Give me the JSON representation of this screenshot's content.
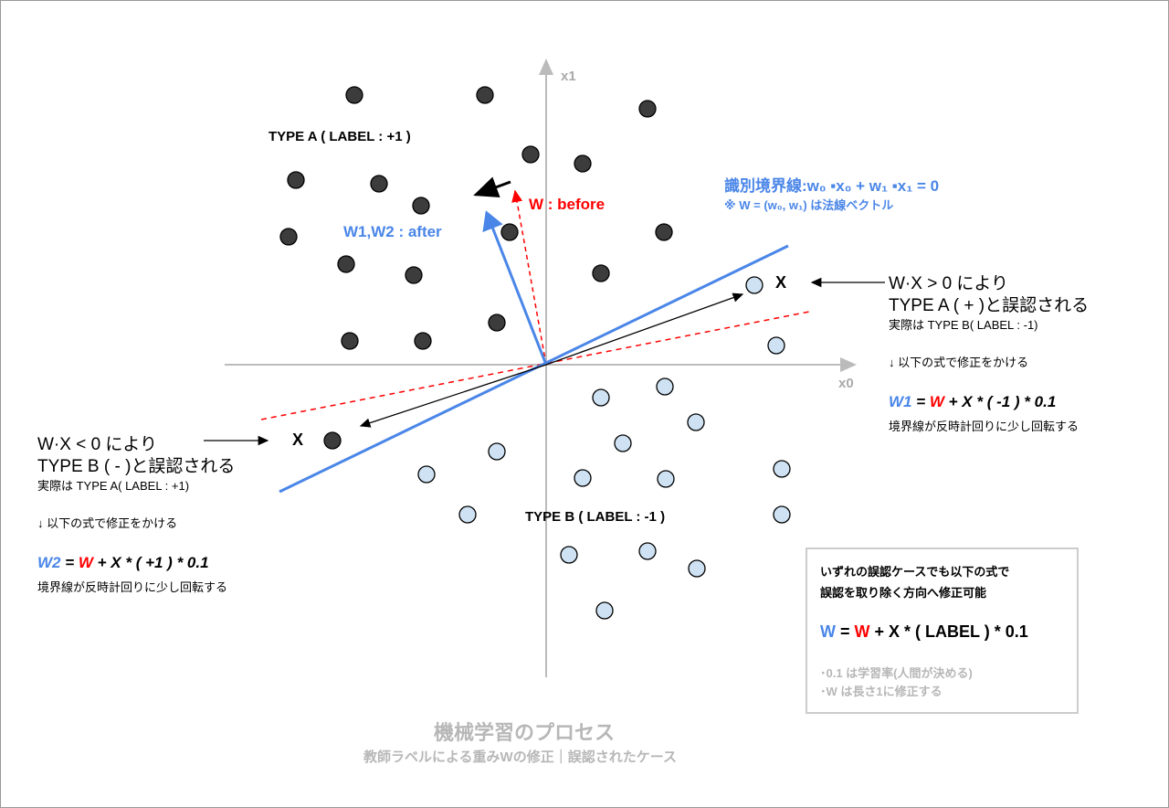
{
  "axes": {
    "x_label": "x0",
    "y_label": "x1"
  },
  "type_a_label": "TYPE A ( LABEL :  +1 )",
  "type_b_label": "TYPE B ( LABEL :  -1 )",
  "w_before": "W : before",
  "w_after": "W1,W2 : after",
  "boundary": {
    "title": "識別境界線:w₀ ▪x₀ + w₁ ▪x₁ = 0",
    "note": "※ W = (w₀, w₁) は法線ベクトル"
  },
  "right_case": {
    "marker": "X",
    "line1": "W·X > 0 により",
    "line2": "TYPE A ( + )と誤認される",
    "line3": "実際は TYPE B( LABEL : -1)",
    "arrow_text": "↓  以下の式で修正をかける",
    "formula": {
      "w": "W1",
      "eq": " = ",
      "wold": "W",
      "rest": " + X * ( -1 ) * 0.1"
    },
    "result": "境界線が反時計回りに少し回転する"
  },
  "left_case": {
    "marker": "X",
    "line1": "W·X < 0 により",
    "line2": "TYPE B ( - )と誤認される",
    "line3": "実際は TYPE A( LABEL : +1)",
    "arrow_text": "↓  以下の式で修正をかける",
    "formula": {
      "w": "W2",
      "eq": " = ",
      "wold": "W",
      "rest": " + X * ( +1 ) * 0.1"
    },
    "result": "境界線が反時計回りに少し回転する"
  },
  "summary": {
    "line1": "いずれの誤認ケースでも以下の式で",
    "line2": "誤認を取り除く方向へ修正可能",
    "formula": {
      "w": "W",
      "eq": " = ",
      "wold": "W",
      "rest": " + X * ( LABEL ) * 0.1"
    },
    "note1": "･0.1 は学習率(人間が決める)",
    "note2": "･W は長さ1に修正する"
  },
  "footer": {
    "title": "機械学習のプロセス",
    "subtitle": "教師ラベルによる重みWの修正｜誤認されたケース"
  },
  "colors": {
    "blue": "#4a86e8",
    "red": "#ff0000",
    "dark_dot": "#3c3c3c",
    "light_dot": "#cfe2f3"
  }
}
